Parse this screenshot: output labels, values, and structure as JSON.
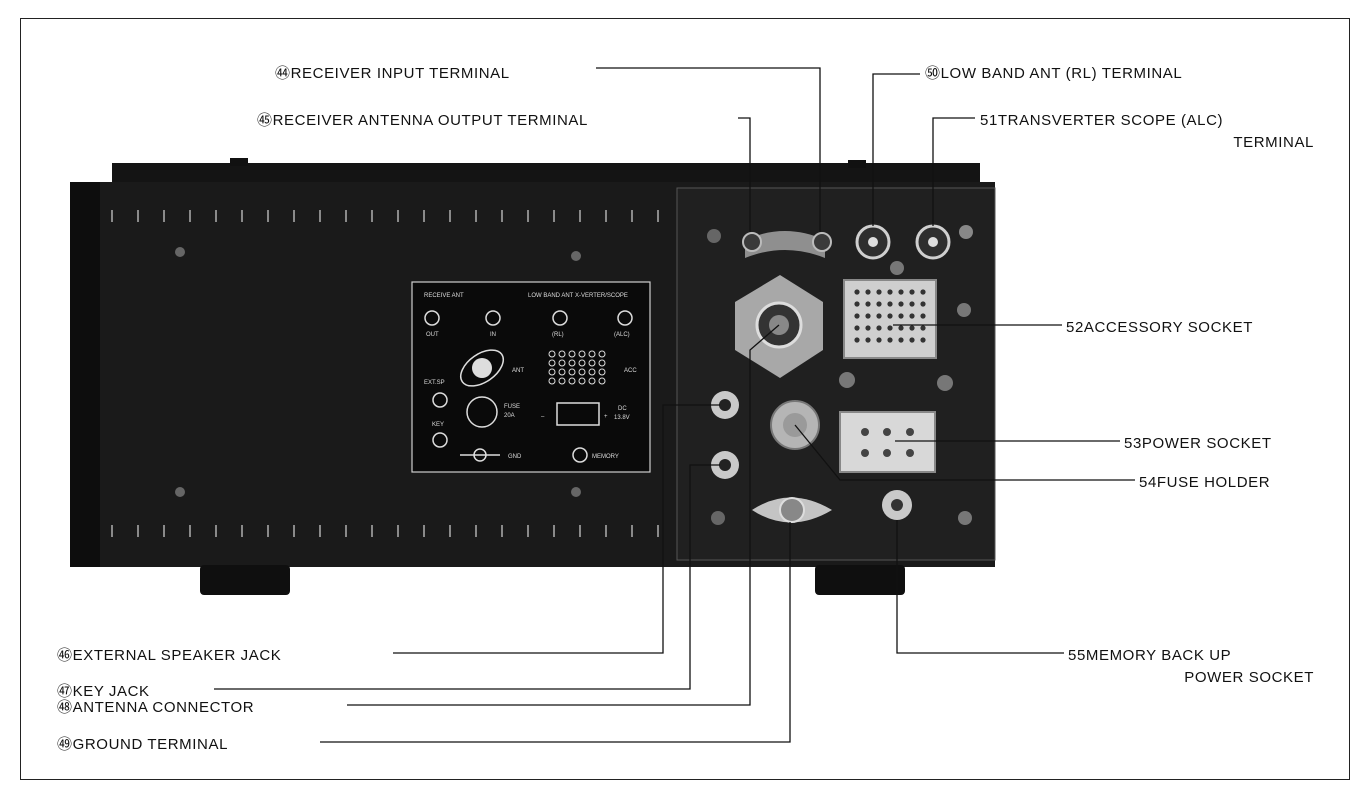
{
  "panel_labels": {
    "receive_ant": "RECEIVE ANT",
    "low_band_ant": "LOW BAND ANT",
    "x_verter_scope": "X-VERTER/SCOPE",
    "out": "OUT",
    "in": "IN",
    "rl": "(RL)",
    "alc": "(ALC)",
    "ant": "ANT",
    "acc": "ACC",
    "ext_sp": "EXT.SP",
    "key": "KEY",
    "fuse": "FUSE",
    "fuse_rating": "20A",
    "dc": "DC",
    "dc_voltage": "13.8V",
    "gnd": "GND",
    "memory": "MEMORY",
    "minus": "–",
    "plus": "+"
  },
  "callouts": {
    "c44": {
      "num": "㊹",
      "text": "RECEIVER INPUT TERMINAL"
    },
    "c45": {
      "num": "㊺",
      "text": "RECEIVER ANTENNA OUTPUT TERMINAL"
    },
    "c46": {
      "num": "㊻",
      "text": "EXTERNAL SPEAKER JACK"
    },
    "c47": {
      "num": "㊼",
      "text": "KEY JACK"
    },
    "c48": {
      "num": "㊽",
      "text": "ANTENNA CONNECTOR"
    },
    "c49": {
      "num": "㊾",
      "text": "GROUND TERMINAL"
    },
    "c50": {
      "num": "㊿",
      "text": "LOW BAND ANT (RL) TERMINAL"
    },
    "c51": {
      "num": "51",
      "text": "TRANSVERTER SCOPE (ALC)",
      "text2": "TERMINAL"
    },
    "c52": {
      "num": "52",
      "text": "ACCESSORY SOCKET"
    },
    "c53": {
      "num": "53",
      "text": "POWER SOCKET"
    },
    "c54": {
      "num": "54",
      "text": "FUSE HOLDER"
    },
    "c55": {
      "num": "55",
      "text": "MEMORY BACK UP",
      "text2": "POWER SOCKET"
    }
  }
}
